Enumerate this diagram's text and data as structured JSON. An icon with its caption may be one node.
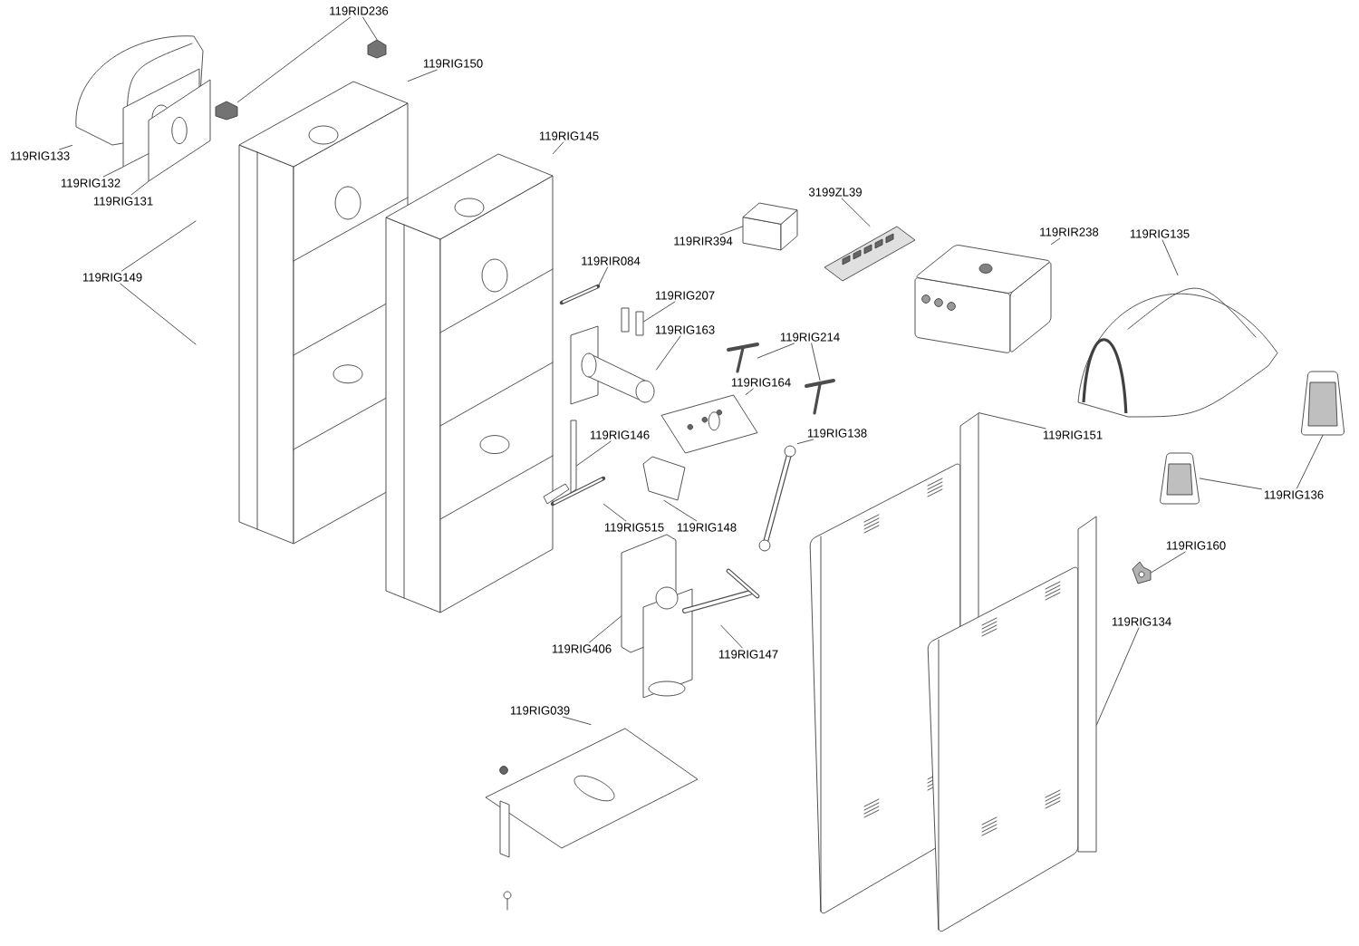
{
  "diagram": {
    "nodes": [
      {
        "text": [
          "119RID236"
        ]
      },
      {
        "text": [],
        "shape": "picture"
      },
      {
        "text": [],
        "shape": "picture"
      },
      {
        "text": [
          "119RIG150"
        ]
      },
      {
        "text": [],
        "shape": "picture"
      },
      {
        "text": [
          "119RIG145"
        ]
      },
      {
        "text": [],
        "shape": "picture"
      },
      {
        "text": [
          "119RIG133"
        ]
      },
      {
        "text": [],
        "shape": "picture"
      },
      {
        "text": [
          "119RIG132"
        ]
      },
      {
        "text": [],
        "shape": "picture"
      },
      {
        "text": [
          "119RIG131"
        ]
      },
      {
        "text": [],
        "shape": "picture"
      },
      {
        "text": [
          "119RIG149"
        ]
      },
      {
        "text": [
          "119RIR394"
        ]
      },
      {
        "text": [],
        "shape": "picture"
      },
      {
        "text": [
          "3199ZL39"
        ]
      },
      {
        "text": [],
        "shape": "picture"
      },
      {
        "text": [
          "119RIR238"
        ]
      },
      {
        "text": [],
        "shape": "picture"
      },
      {
        "text": [
          "119RIG135"
        ]
      },
      {
        "text": [],
        "shape": "picture"
      },
      {
        "text": [
          "119RIR084"
        ]
      },
      {
        "text": [],
        "shape": "picture"
      },
      {
        "text": [
          "119RIG207"
        ]
      },
      {
        "text": [],
        "shape": "picture"
      },
      {
        "text": [
          "119RIG163"
        ]
      },
      {
        "text": [],
        "shape": "picture"
      },
      {
        "text": [
          "119RIG214"
        ]
      },
      {
        "text": [],
        "shape": "picture"
      },
      {
        "text": [],
        "shape": "picture"
      },
      {
        "text": [
          "119RIG164"
        ]
      },
      {
        "text": [],
        "shape": "picture"
      },
      {
        "text": [
          "119RIG146"
        ]
      },
      {
        "text": [],
        "shape": "picture"
      },
      {
        "text": [
          "119RIG138"
        ]
      },
      {
        "text": [],
        "shape": "picture"
      },
      {
        "text": [
          "119RIG151"
        ]
      },
      {
        "text": [],
        "shape": "picture"
      },
      {
        "text": [
          "119RIG148"
        ]
      },
      {
        "text": [],
        "shape": "picture"
      },
      {
        "text": [
          "119RIG515"
        ]
      },
      {
        "text": [],
        "shape": "picture"
      },
      {
        "text": [
          "119RIG136"
        ]
      },
      {
        "text": [],
        "shape": "picture"
      },
      {
        "text": [],
        "shape": "picture"
      },
      {
        "text": [
          "119RIG160"
        ]
      },
      {
        "text": [],
        "shape": "picture"
      },
      {
        "text": [
          "119RIG406"
        ]
      },
      {
        "text": [],
        "shape": "picture"
      },
      {
        "text": [
          "119RIG147"
        ]
      },
      {
        "text": [],
        "shape": "picture"
      },
      {
        "text": [
          "119RIG134"
        ]
      },
      {
        "text": [],
        "shape": "picture"
      },
      {
        "text": [
          "119RIG039"
        ]
      },
      {
        "text": [],
        "shape": "picture"
      }
    ],
    "edges": [
      {
        "from": 0,
        "to": 1,
        "arrow": "none"
      },
      {
        "from": 0,
        "to": 2,
        "arrow": "none"
      },
      {
        "from": 3,
        "to": 4,
        "arrow": "none"
      },
      {
        "from": 5,
        "to": 6,
        "arrow": "none"
      },
      {
        "from": 7,
        "to": 8,
        "arrow": "none"
      },
      {
        "from": 9,
        "to": 10,
        "arrow": "none"
      },
      {
        "from": 11,
        "to": 12,
        "arrow": "none"
      },
      {
        "from": 13,
        "to": null,
        "arrow": "none"
      },
      {
        "from": 13,
        "to": null,
        "arrow": "none"
      },
      {
        "from": 14,
        "to": 15,
        "arrow": "none"
      },
      {
        "from": 16,
        "to": 17,
        "arrow": "none"
      },
      {
        "from": 18,
        "to": 19,
        "arrow": "none"
      },
      {
        "from": 20,
        "to": 21,
        "arrow": "none"
      },
      {
        "from": 22,
        "to": 23,
        "arrow": "none"
      },
      {
        "from": 24,
        "to": 25,
        "arrow": "none"
      },
      {
        "from": 26,
        "to": 27,
        "arrow": "none"
      },
      {
        "from": 28,
        "to": 29,
        "arrow": "none"
      },
      {
        "from": 28,
        "to": 30,
        "arrow": "none"
      },
      {
        "from": 31,
        "to": 32,
        "arrow": "none"
      },
      {
        "from": 33,
        "to": 34,
        "arrow": "none"
      },
      {
        "from": 35,
        "to": 36,
        "arrow": "none"
      },
      {
        "from": 37,
        "to": 38,
        "arrow": "none"
      },
      {
        "from": 39,
        "to": 40,
        "arrow": "none"
      },
      {
        "from": 41,
        "to": 42,
        "arrow": "none"
      },
      {
        "from": 43,
        "to": 44,
        "arrow": "none"
      },
      {
        "from": 43,
        "to": 45,
        "arrow": "none"
      },
      {
        "from": 46,
        "to": 47,
        "arrow": "none"
      },
      {
        "from": 48,
        "to": 49,
        "arrow": "none"
      },
      {
        "from": 50,
        "to": 51,
        "arrow": "none"
      },
      {
        "from": 52,
        "to": 53,
        "arrow": "none"
      },
      {
        "from": 54,
        "to": 55,
        "arrow": "none"
      }
    ]
  }
}
